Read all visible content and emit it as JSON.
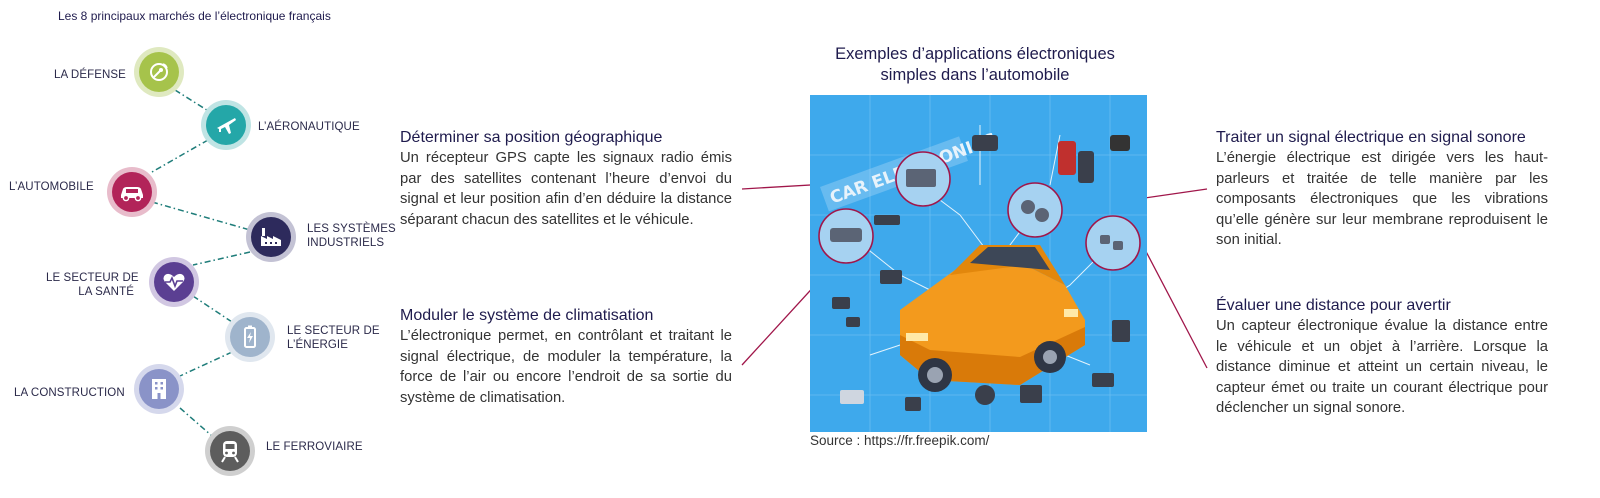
{
  "markets": {
    "title": "Les 8 principaux marchés de l’électronique français",
    "items": [
      {
        "label": "LA DÉFENSE",
        "icon": "satellite-dish-icon",
        "color": "#a6c34b"
      },
      {
        "label": "L’AÉRONAUTIQUE",
        "icon": "airplane-icon",
        "color": "#24a7a8"
      },
      {
        "label": "L’AUTOMOBILE",
        "icon": "car-icon",
        "color": "#b22459"
      },
      {
        "label_line1": "LES SYSTÈMES",
        "label_line2": "INDUSTRIELS",
        "icon": "factory-icon",
        "color": "#2d2a5c"
      },
      {
        "label_line1": "LE SECTEUR DE",
        "label_line2": "LA SANTÉ",
        "icon": "heartbeat-icon",
        "color": "#5b3f92"
      },
      {
        "label_line1": "LE SECTEUR DE",
        "label_line2": "L’ÉNERGIE",
        "icon": "battery-icon",
        "color": "#9fb4cc"
      },
      {
        "label": "LA CONSTRUCTION",
        "icon": "building-icon",
        "color": "#8a93c8"
      },
      {
        "label": "LE FERROVIAIRE",
        "icon": "train-icon",
        "color": "#5d5d5d"
      }
    ],
    "link_color": "#1f7d7a"
  },
  "center": {
    "title_line1": "Exemples d’applications électroniques",
    "title_line2": "simples dans l’automobile",
    "image_banner": "CAR ELECTRONICS",
    "source": "Source : https://fr.freepik.com/"
  },
  "blocks": {
    "gps": {
      "title": "Déterminer sa position géographique",
      "text": "Un récepteur GPS capte les signaux radio émis par des satellites contenant l’heure d’envoi du signal et leur position afin d’en déduire la distance séparant chacun des satellites et le véhicule."
    },
    "climate": {
      "title": "Moduler le système de climatisation",
      "text": "L’électronique permet, en contrôlant et traitant le signal électrique, de moduler la température, la force de l’air ou encore l’endroit de sa sortie du système de climatisation."
    },
    "sound": {
      "title": "Traiter un signal électrique en signal sonore",
      "text": "L’énergie électrique est dirigée vers les haut-parleurs et traitée de telle manière par les composants électroniques que les vibrations qu’elle génère sur leur membrane reproduisent le son initial."
    },
    "distance": {
      "title": "Évaluer une distance pour avertir",
      "text": "Un capteur électronique évalue la distance entre le véhicule et un objet à l’arrière. Lorsque la distance diminue et atteint un certain niveau, le capteur émet ou traite un courant électrique pour déclencher un signal sonore."
    }
  },
  "colors": {
    "connector": "#a0164a",
    "image_bg": "#3ea9ec"
  }
}
